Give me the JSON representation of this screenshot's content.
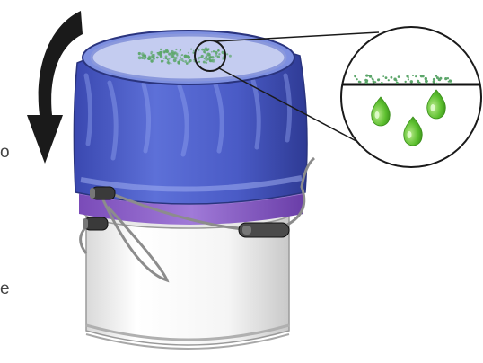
{
  "figure": {
    "edge_text": [
      "o",
      "e"
    ],
    "colors": {
      "bag": "#4a5bc6",
      "bag_dark": "#2e3a94",
      "bag_lower": "#8a5ac8",
      "bucket": "#f2f2f2",
      "handle": "#8c8c8c",
      "droplet": "#5cbf2e",
      "particles": "#5ca66a",
      "arrow": "#1a1a1a"
    },
    "icons": {
      "arrow": "curved-down-arrow-icon",
      "droplet": "droplet-icon"
    },
    "droplet_count": 3
  }
}
